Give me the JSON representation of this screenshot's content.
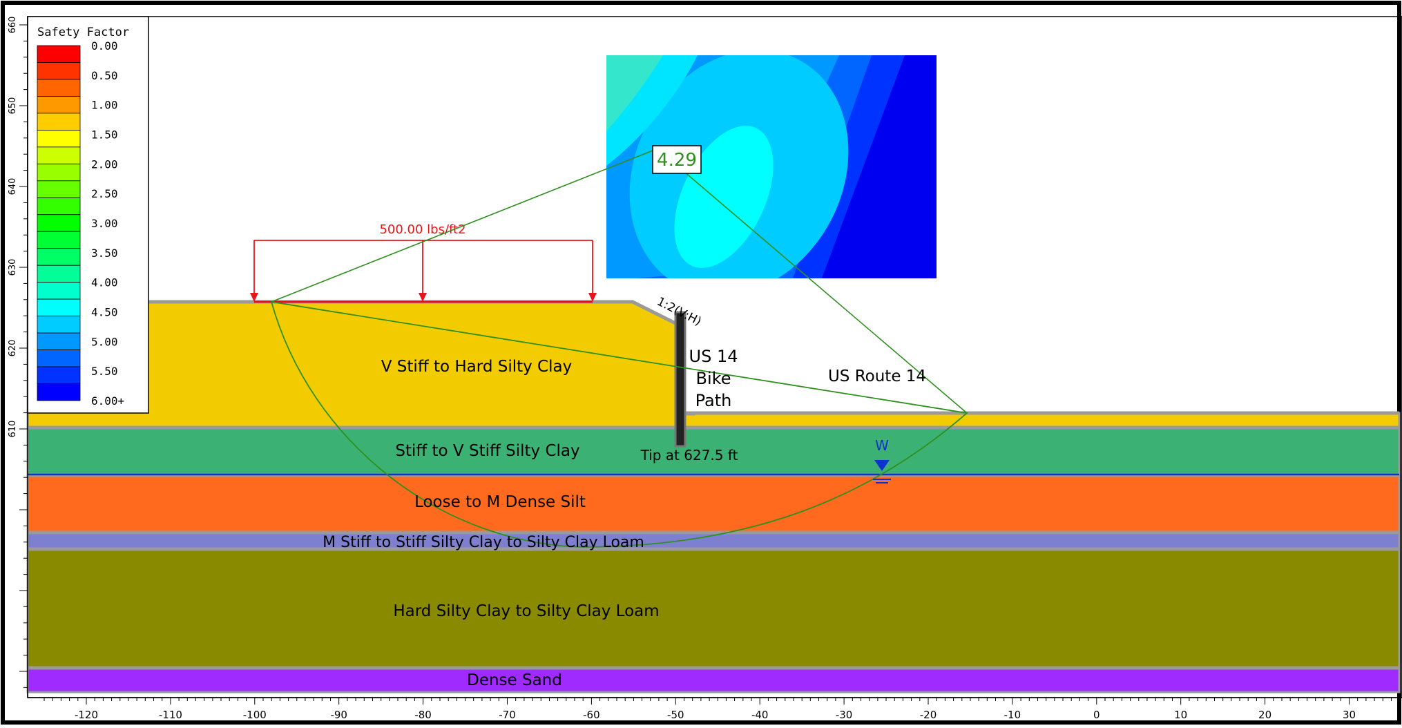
{
  "legend": {
    "title": "Safety Factor",
    "labels": [
      "0.00",
      "0.50",
      "1.00",
      "1.50",
      "2.00",
      "2.50",
      "3.00",
      "3.50",
      "4.00",
      "4.50",
      "5.00",
      "5.50",
      "6.00+"
    ],
    "colors": [
      "#ff0000",
      "#ff3300",
      "#ff6600",
      "#ff9900",
      "#ffcc00",
      "#ffff00",
      "#ccff00",
      "#99ff00",
      "#66ff00",
      "#33ff00",
      "#00ff00",
      "#00ff33",
      "#00ff66",
      "#00ff99",
      "#00ffcc",
      "#00ffff",
      "#00ccff",
      "#0099ff",
      "#0066ff",
      "#0033ff",
      "#0000ff"
    ]
  },
  "layers": [
    {
      "name": "V Stiff to Hard  Silty Clay",
      "color": "#f2cc00"
    },
    {
      "name": "Stiff to V Stiff  Silty Clay",
      "color": "#3bb273"
    },
    {
      "name": "Loose to M Dense Silt",
      "color": "#ff6a1f"
    },
    {
      "name": "M Stiff to Stiff Silty Clay to Silty Clay  Loam",
      "color": "#7f7fd0"
    },
    {
      "name": "Hard Silty Clay to Silty Clay Loam",
      "color": "#8a8a00"
    },
    {
      "name": "Dense Sand",
      "color": "#a02bff"
    }
  ],
  "annotations": {
    "load": "500.00 lbs/ft2",
    "slope": "1:2(V:H)",
    "wall_label": [
      "US 14",
      "Bike",
      "Path"
    ],
    "tip": "Tip at 627.5 ft",
    "road": "US Route  14",
    "water_marker": "W",
    "safety_factor_value": "4.29"
  },
  "axes": {
    "x_ticks": [
      "-120",
      "-110",
      "-100",
      "-90",
      "-80",
      "-70",
      "-60",
      "-50",
      "-40",
      "-30",
      "-20",
      "-10",
      "0",
      "10",
      "20",
      "30"
    ],
    "y_ticks": [
      "660",
      "650",
      "640",
      "630",
      "620",
      "610"
    ]
  },
  "colors": {
    "load": "#e8141b",
    "slip_surface": "#2f8f1f",
    "water": "#1030d0",
    "grid_hot": "#0000ff"
  }
}
